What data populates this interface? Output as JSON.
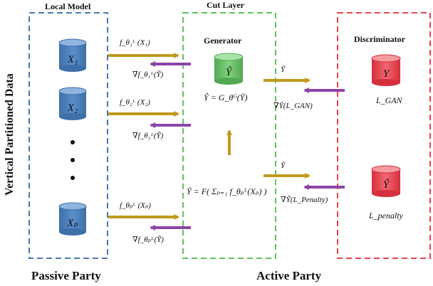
{
  "left_axis_label": "Vertical Partitioned Data",
  "boxes": {
    "local_model": "Local Model",
    "cut_layer": "Cut Layer",
    "generator": "Generator",
    "discriminator": "Discriminator"
  },
  "parties": {
    "passive": "Passive Party",
    "active": "Active Party"
  },
  "cylinders": {
    "x1": "X₁",
    "x2": "X₂",
    "xp": "Xₚ",
    "generator_out": "Ŷ",
    "disc_real": "Y",
    "disc_penalty": "Ŷ"
  },
  "arrows": {
    "f1": "f_θ₁ᴸ (X₁)",
    "g1": "∇f_θ₁ᴸ(Ỹ)",
    "f2": "f_θ₂ᴸ (X₂)",
    "g2": "∇f_θ₂ᴸ(Ỹ)",
    "fp": "f_θₚᴸ (Xₚ)",
    "gp": "∇f_θₚᴸ(Ỹ)",
    "yhat": "Ŷ",
    "grad_gan": "∇Ŷ(L_GAN)",
    "ytilde": "Ỹ",
    "grad_penalty": "∇Ỹ(L_Penalty)"
  },
  "equations": {
    "generator": "Ŷ = G_θᴳ(Ỹ)",
    "aggregate": "Ỹ = F( Σₚ₌₁ f_θₚᴸ(Xₚ) )"
  },
  "losses": {
    "gan": "L_GAN",
    "penalty": "L_penalty"
  },
  "colors": {
    "local_box": "#4a78b0",
    "cut_box": "#5cc35c",
    "disc_box": "#e8434e",
    "cylinder_blue": "#4f81bd",
    "cylinder_green": "#6cc06c",
    "cylinder_red": "#e8434e",
    "forward_arrow": "#c09a1e",
    "backward_arrow": "#8d44a8"
  }
}
